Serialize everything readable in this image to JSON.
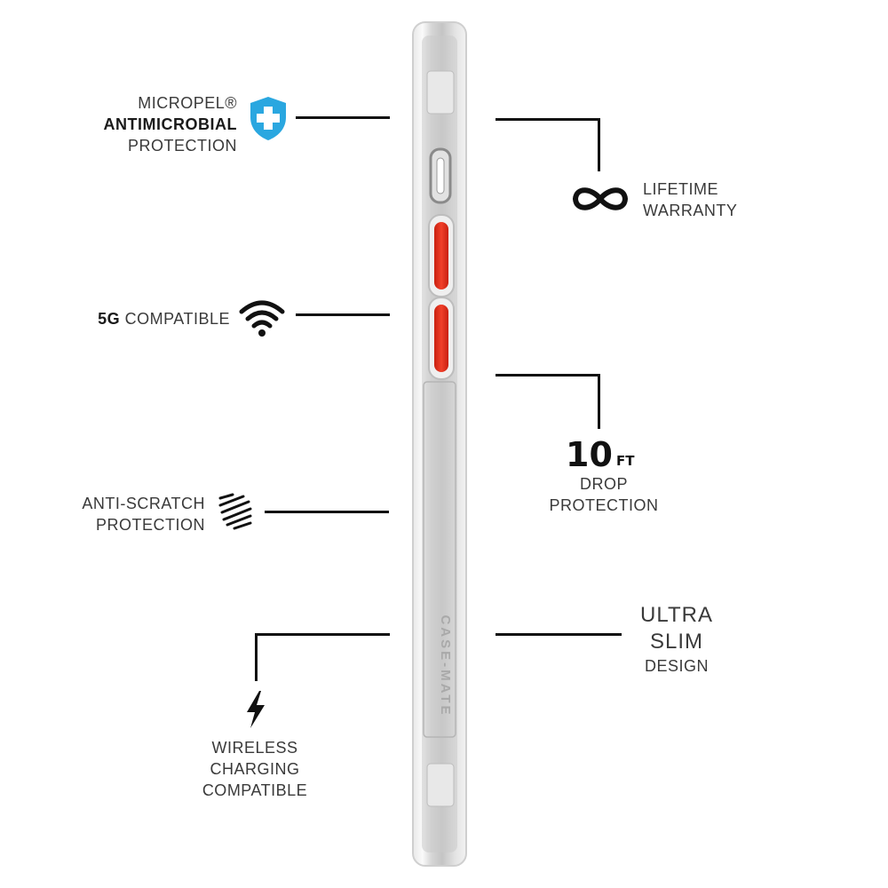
{
  "features": {
    "antimicrobial": {
      "line1": "MICROPEL®",
      "line2": "ANTIMICROBIAL",
      "line3": "PROTECTION",
      "icon": "shield-plus-icon",
      "icon_color": "#2aa7e0"
    },
    "fiveg": {
      "bold": "5G",
      "rest": "COMPATIBLE",
      "icon": "wifi-icon"
    },
    "scratch": {
      "line1": "ANTI-SCRATCH",
      "line2": "PROTECTION",
      "icon": "scratch-icon"
    },
    "wireless": {
      "line1": "WIRELESS",
      "line2": "CHARGING",
      "line3": "COMPATIBLE",
      "icon": "lightning-icon"
    },
    "warranty": {
      "line1": "LIFETIME",
      "line2": "WARRANTY",
      "icon": "infinity-icon"
    },
    "drop": {
      "number": "10",
      "unit": "FT",
      "line1": "DROP",
      "line2": "PROTECTION"
    },
    "slim": {
      "line1": "ULTRA",
      "line2": "SLIM",
      "line3": "DESIGN"
    }
  },
  "product": {
    "brand_text": "CASE-MATE",
    "button_color": "#e8321f"
  }
}
